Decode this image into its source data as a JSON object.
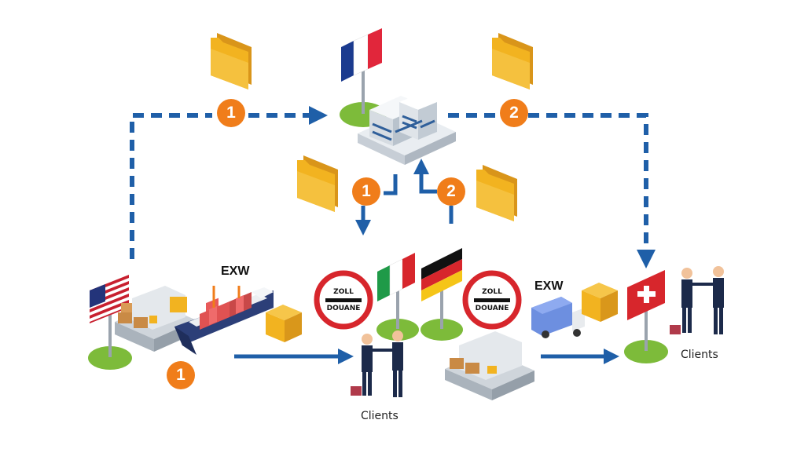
{
  "labels": {
    "exw_left": "EXW",
    "exw_right": "EXW",
    "clients_middle": "Clients",
    "clients_right": "Clients"
  },
  "badges": {
    "top_left": "1",
    "top_right": "2",
    "center_left": "1",
    "center_right": "2",
    "bottom_left": "1"
  },
  "customs_signs": [
    {
      "line1": "ZOLL",
      "line2": "DOUANE"
    },
    {
      "line1": "ZOLL",
      "line2": "DOUANE"
    }
  ],
  "flags": [
    "usa-flag",
    "france-flag",
    "italy-flag",
    "germany-flag",
    "switzerland-flag"
  ],
  "colors": {
    "arrow_blue": "#1f5fa8",
    "badge_orange": "#f07d1a",
    "folder_yellow": "#f2b320",
    "sign_red": "#d7262c",
    "grass_green": "#7dbb3a"
  }
}
